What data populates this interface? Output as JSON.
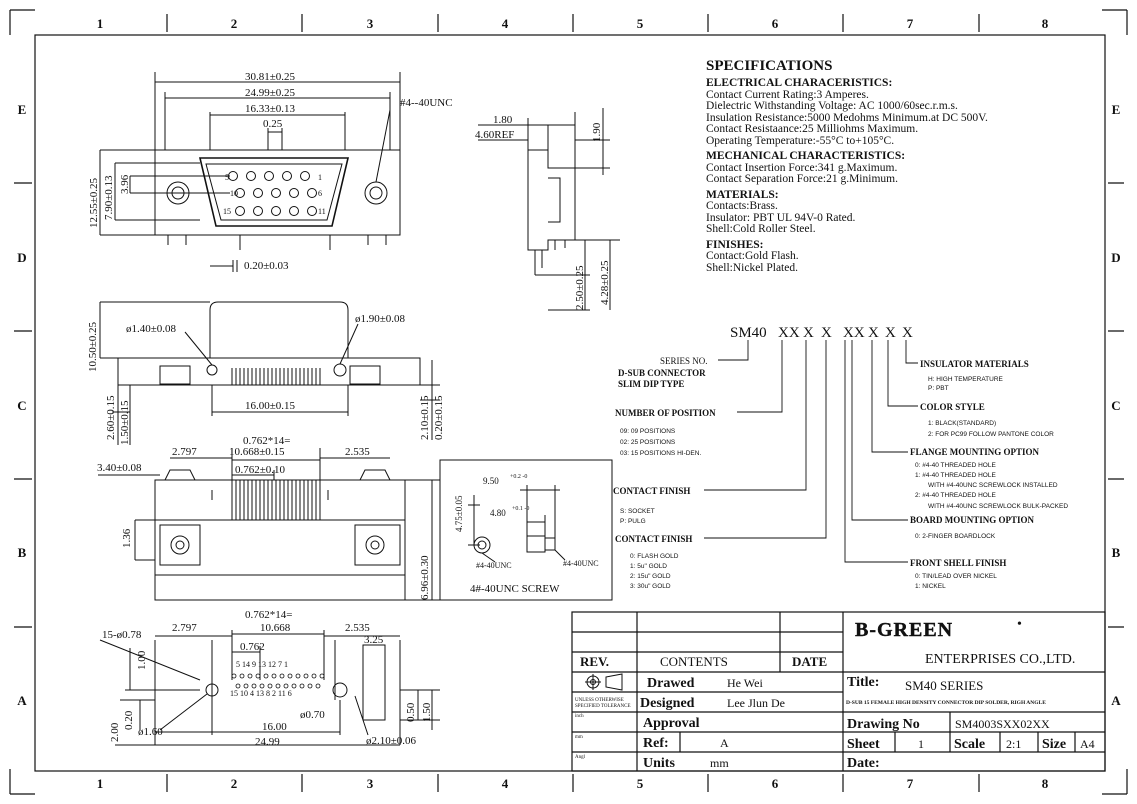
{
  "border": {
    "columns": [
      "1",
      "2",
      "3",
      "4",
      "5",
      "6",
      "7",
      "8"
    ],
    "rows": [
      "E",
      "D",
      "C",
      "B",
      "A"
    ]
  },
  "specs": {
    "title": "SPECIFICATIONS",
    "electrical_title": "ELECTRICAL CHARACERISTICS:",
    "electrical": [
      "Contact Current Rating:3 Amperes.",
      "Dielectric Withstanding Voltage: AC 1000/60sec.r.m.s.",
      "Insulation Resistance:5000 Medohms Minimum.at DC 500V.",
      "Contact Resistaance:25 Milliohms Maximum.",
      "Operating Temperature:-55°C to+105°C."
    ],
    "mechanical_title": "MECHANICAL CHARACTERISTICS:",
    "mechanical": [
      "Contact Insertion Force:341 g.Maximum.",
      "Contact Separation Force:21 g.Minimum."
    ],
    "materials_title": "MATERIALS:",
    "materials": [
      "Contacts:Brass.",
      "Insulator: PBT UL 94V-0 Rated.",
      "Shell:Cold Roller Steel."
    ],
    "finishes_title": "FINISHES:",
    "finishes": [
      "Contact:Gold Flash.",
      "Shell:Nickel Plated."
    ]
  },
  "part_code": {
    "prefix": "SM40",
    "fields": [
      "XX",
      "X",
      "X",
      "XX",
      "X",
      "X",
      "X"
    ],
    "series_label": "SERIES NO.",
    "series_desc1": "D-SUB CONNECTOR",
    "series_desc2": "SLIM DIP TYPE",
    "positions_label": "NUMBER OF POSITION",
    "positions": [
      "09: 09 POSITIONS",
      "02: 25 POSITIONS",
      "03: 15 POSITIONS HI-DEN."
    ],
    "contact_finish_label": "CONTACT FINISH",
    "contact_type": [
      "S: SOCKET",
      "P: PULG"
    ],
    "contact_finish_label2": "CONTACT FINISH",
    "contact_finish": [
      "0: FLASH GOLD",
      "1: 5u\" GOLD",
      "2: 15u\" GOLD",
      "3: 30u\" GOLD"
    ],
    "insulator_label": "INSULATOR MATERIALS",
    "insulator": [
      "H: HIGH TEMPERATURE",
      "P: PBT"
    ],
    "color_label": "COLOR STYLE",
    "color": [
      "1: BLACK(STANDARD)",
      "2: FOR PC99 FOLLOW PANTONE COLOR"
    ],
    "flange_label": "FLANGE MOUNTING OPTION",
    "flange": [
      "0: #4-40 THREADED HOLE",
      "1: #4-40 THREADED HOLE",
      "WITH #4-40UNC SCREWLOCK INSTALLED",
      "2: #4-40 THREADED HOLE",
      "WITH #4-40UNC SCREWLOCK BULK-PACKED"
    ],
    "board_label": "BOARD MOUNTING OPTION",
    "board": [
      "0: 2-FINGER BOARDLOCK"
    ],
    "shell_label": "FRONT SHELL FINISH",
    "shell": [
      "0: TIN/LEAD OVER NICKEL",
      "1: NICKEL"
    ]
  },
  "dims": {
    "w1": "30.81±0.25",
    "w2": "24.99±0.25",
    "w3": "16.33±0.13",
    "w4": "0.25",
    "unc": "#4--40UNC",
    "h1": "12.55±0.25",
    "h2": "7.90±0.13",
    "h3": "3.96",
    "pin_gap": "0.20±0.03",
    "pin15": "15",
    "pin10": "10",
    "pin5": "5",
    "pin6": "6",
    "pin11": "11",
    "pin1": "1",
    "side1": "1.80",
    "side2": "4.60REF",
    "side3": "1.90",
    "side4": "2.50±0.25",
    "side5": "4.28±0.25",
    "f_h": "10.50±0.25",
    "f_d1": "ø1.40±0.08",
    "f_d2": "ø1.90±0.08",
    "f_w": "16.00±0.15",
    "f_l1": "2.60±0.15",
    "f_l2": "1.50±0.15",
    "f_r1": "2.10±0.15",
    "f_r2": "0.20±0.15",
    "b_pitch1": "0.762*14=",
    "b_pitch2": "10.668±0.15",
    "b_left": "2.797",
    "b_right": "2.535",
    "b_pitch3": "0.762±0.10",
    "b_w": "3.40±0.08",
    "b_h1": "1.36",
    "b_h2": "6.96±0.30",
    "s_1": "9.50",
    "s_1tol": "+0.2 -0",
    "s_2": "4.80",
    "s_2tol": "+0.1 -0",
    "s_3": "4.75±0.05",
    "s_l1": "#4-40UNC",
    "s_l2": "#4-40UNC",
    "s_caption": "4#-40UNC SCREW",
    "p_pitch1": "0.762*14=",
    "p_pitch2": "10.668",
    "p_left": "2.797",
    "p_right": "2.535",
    "p_hole": "15-ø0.78",
    "p_a": "0.762",
    "p_b": "3.25",
    "p_row1": "5 14 9 13 12 7 1",
    "p_row2": "15 10 4 13 8 2 11 6",
    "p_c": "1.00",
    "p_d": "0.20",
    "p_e": "ø1.60",
    "p_f": "ø0.70",
    "p_g": "0.50",
    "p_h": "1.50",
    "p_i": "16.00",
    "p_j": "24.99",
    "p_k": "2.00",
    "p_l": "ø2.10±0.06"
  },
  "title_block": {
    "rev": "REV.",
    "contents": "CONTENTS",
    "date": "DATE",
    "logo": "B-GREEN",
    "company": "ENTERPRISES CO.,LTD.",
    "drawed_label": "Drawed",
    "drawed_value": "He Wei",
    "designed_label": "Designed",
    "designed_value": "Lee Jlun De",
    "approval_label": "Approval",
    "ref_label": "Ref:",
    "ref_value": "A",
    "units_label": "Units",
    "units_value": "mm",
    "title_label": "Title:",
    "title_value": "SM40 SERIES",
    "title_desc": "D-SUB 15 FEMALE HIGH DENSITY CONNECTOR DIP SOLDER, RIGH ANGLE",
    "drawing_label": "Drawing No",
    "drawing_value": "SM4003SXX02XX",
    "sheet_label": "Sheet",
    "sheet_value": "1",
    "scale_label": "Scale",
    "scale_value": "2:1",
    "size_label": "Size",
    "size_value": "A4",
    "date_label": "Date:",
    "tol1": "UNLESS OTHERWISE",
    "tol2": "SPECIFIED TOLERANCE",
    "tol3": "inch",
    "tol4": "mm",
    "tol5": "Angl"
  }
}
